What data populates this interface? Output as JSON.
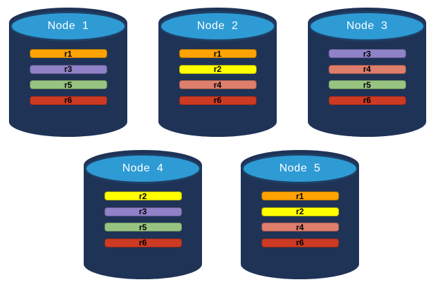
{
  "diagram": {
    "background": "#FFFFFF",
    "node_style": {
      "body_color": "#1F3357",
      "lid_fill": "#2E9BD5",
      "lid_stroke": "#1F4066",
      "title_color": "#FFFFFF"
    },
    "replica_colors": {
      "r1": "#FFA302",
      "r2": "#FFFF00",
      "r3": "#9082C8",
      "r4": "#DE7E6C",
      "r5": "#97C581",
      "r6": "#CD3A24"
    },
    "nodes": [
      {
        "label": "Node  1",
        "replicas": [
          "r1",
          "r3",
          "r5",
          "r6"
        ]
      },
      {
        "label": "Node  2",
        "replicas": [
          "r1",
          "r2",
          "r4",
          "r6"
        ]
      },
      {
        "label": "Node  3",
        "replicas": [
          "r3",
          "r4",
          "r5",
          "r6"
        ]
      },
      {
        "label": "Node  4",
        "replicas": [
          "r2",
          "r3",
          "r5",
          "r6"
        ]
      },
      {
        "label": "Node  5",
        "replicas": [
          "r1",
          "r2",
          "r4",
          "r6"
        ]
      }
    ]
  }
}
